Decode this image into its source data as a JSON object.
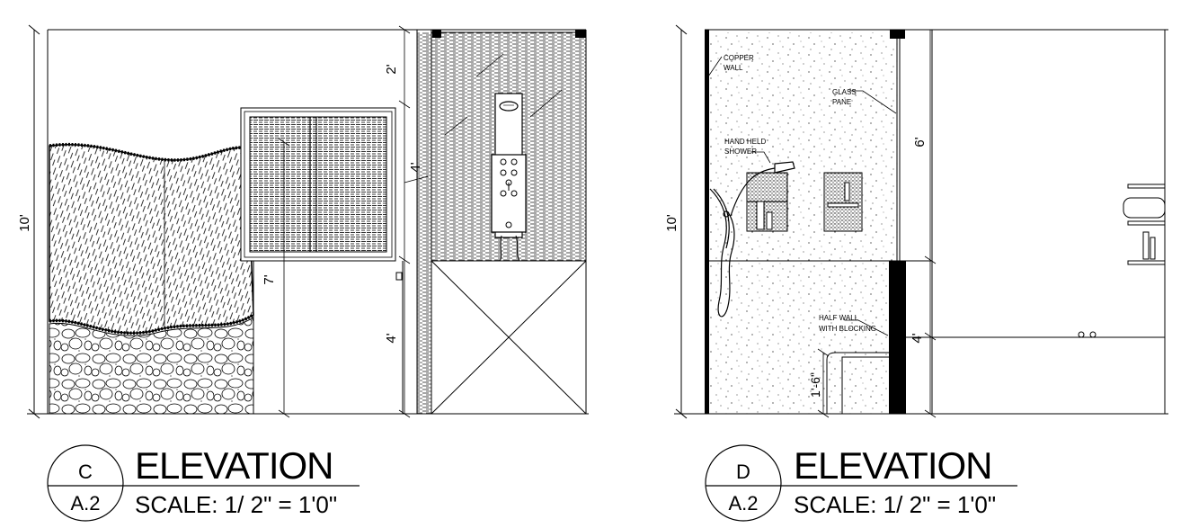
{
  "elevation_c": {
    "height_dim": "10'",
    "dim_top": "2'",
    "dim_mid": "4'",
    "dim_bottom": "4'",
    "dim_door": "7'",
    "bubble_top": "C",
    "bubble_bottom": "A.2",
    "title": "ELEVATION",
    "scale": "SCALE: 1/ 2\" = 1'0\""
  },
  "elevation_d": {
    "height_dim": "10'",
    "dim_upper": "6'",
    "dim_lower": "4'",
    "dim_bench": "1'-6\"",
    "note_copper": [
      "COPPER",
      "WALL"
    ],
    "note_glass": [
      "GLASS",
      "PANE"
    ],
    "note_shower": [
      "HAND HELD",
      "SHOWER"
    ],
    "note_halfwall": [
      "HALF WALL",
      "WITH BLOCKING"
    ],
    "bubble_top": "D",
    "bubble_bottom": "A.2",
    "title": "ELEVATION",
    "scale": "SCALE: 1/ 2\" = 1'0\""
  }
}
